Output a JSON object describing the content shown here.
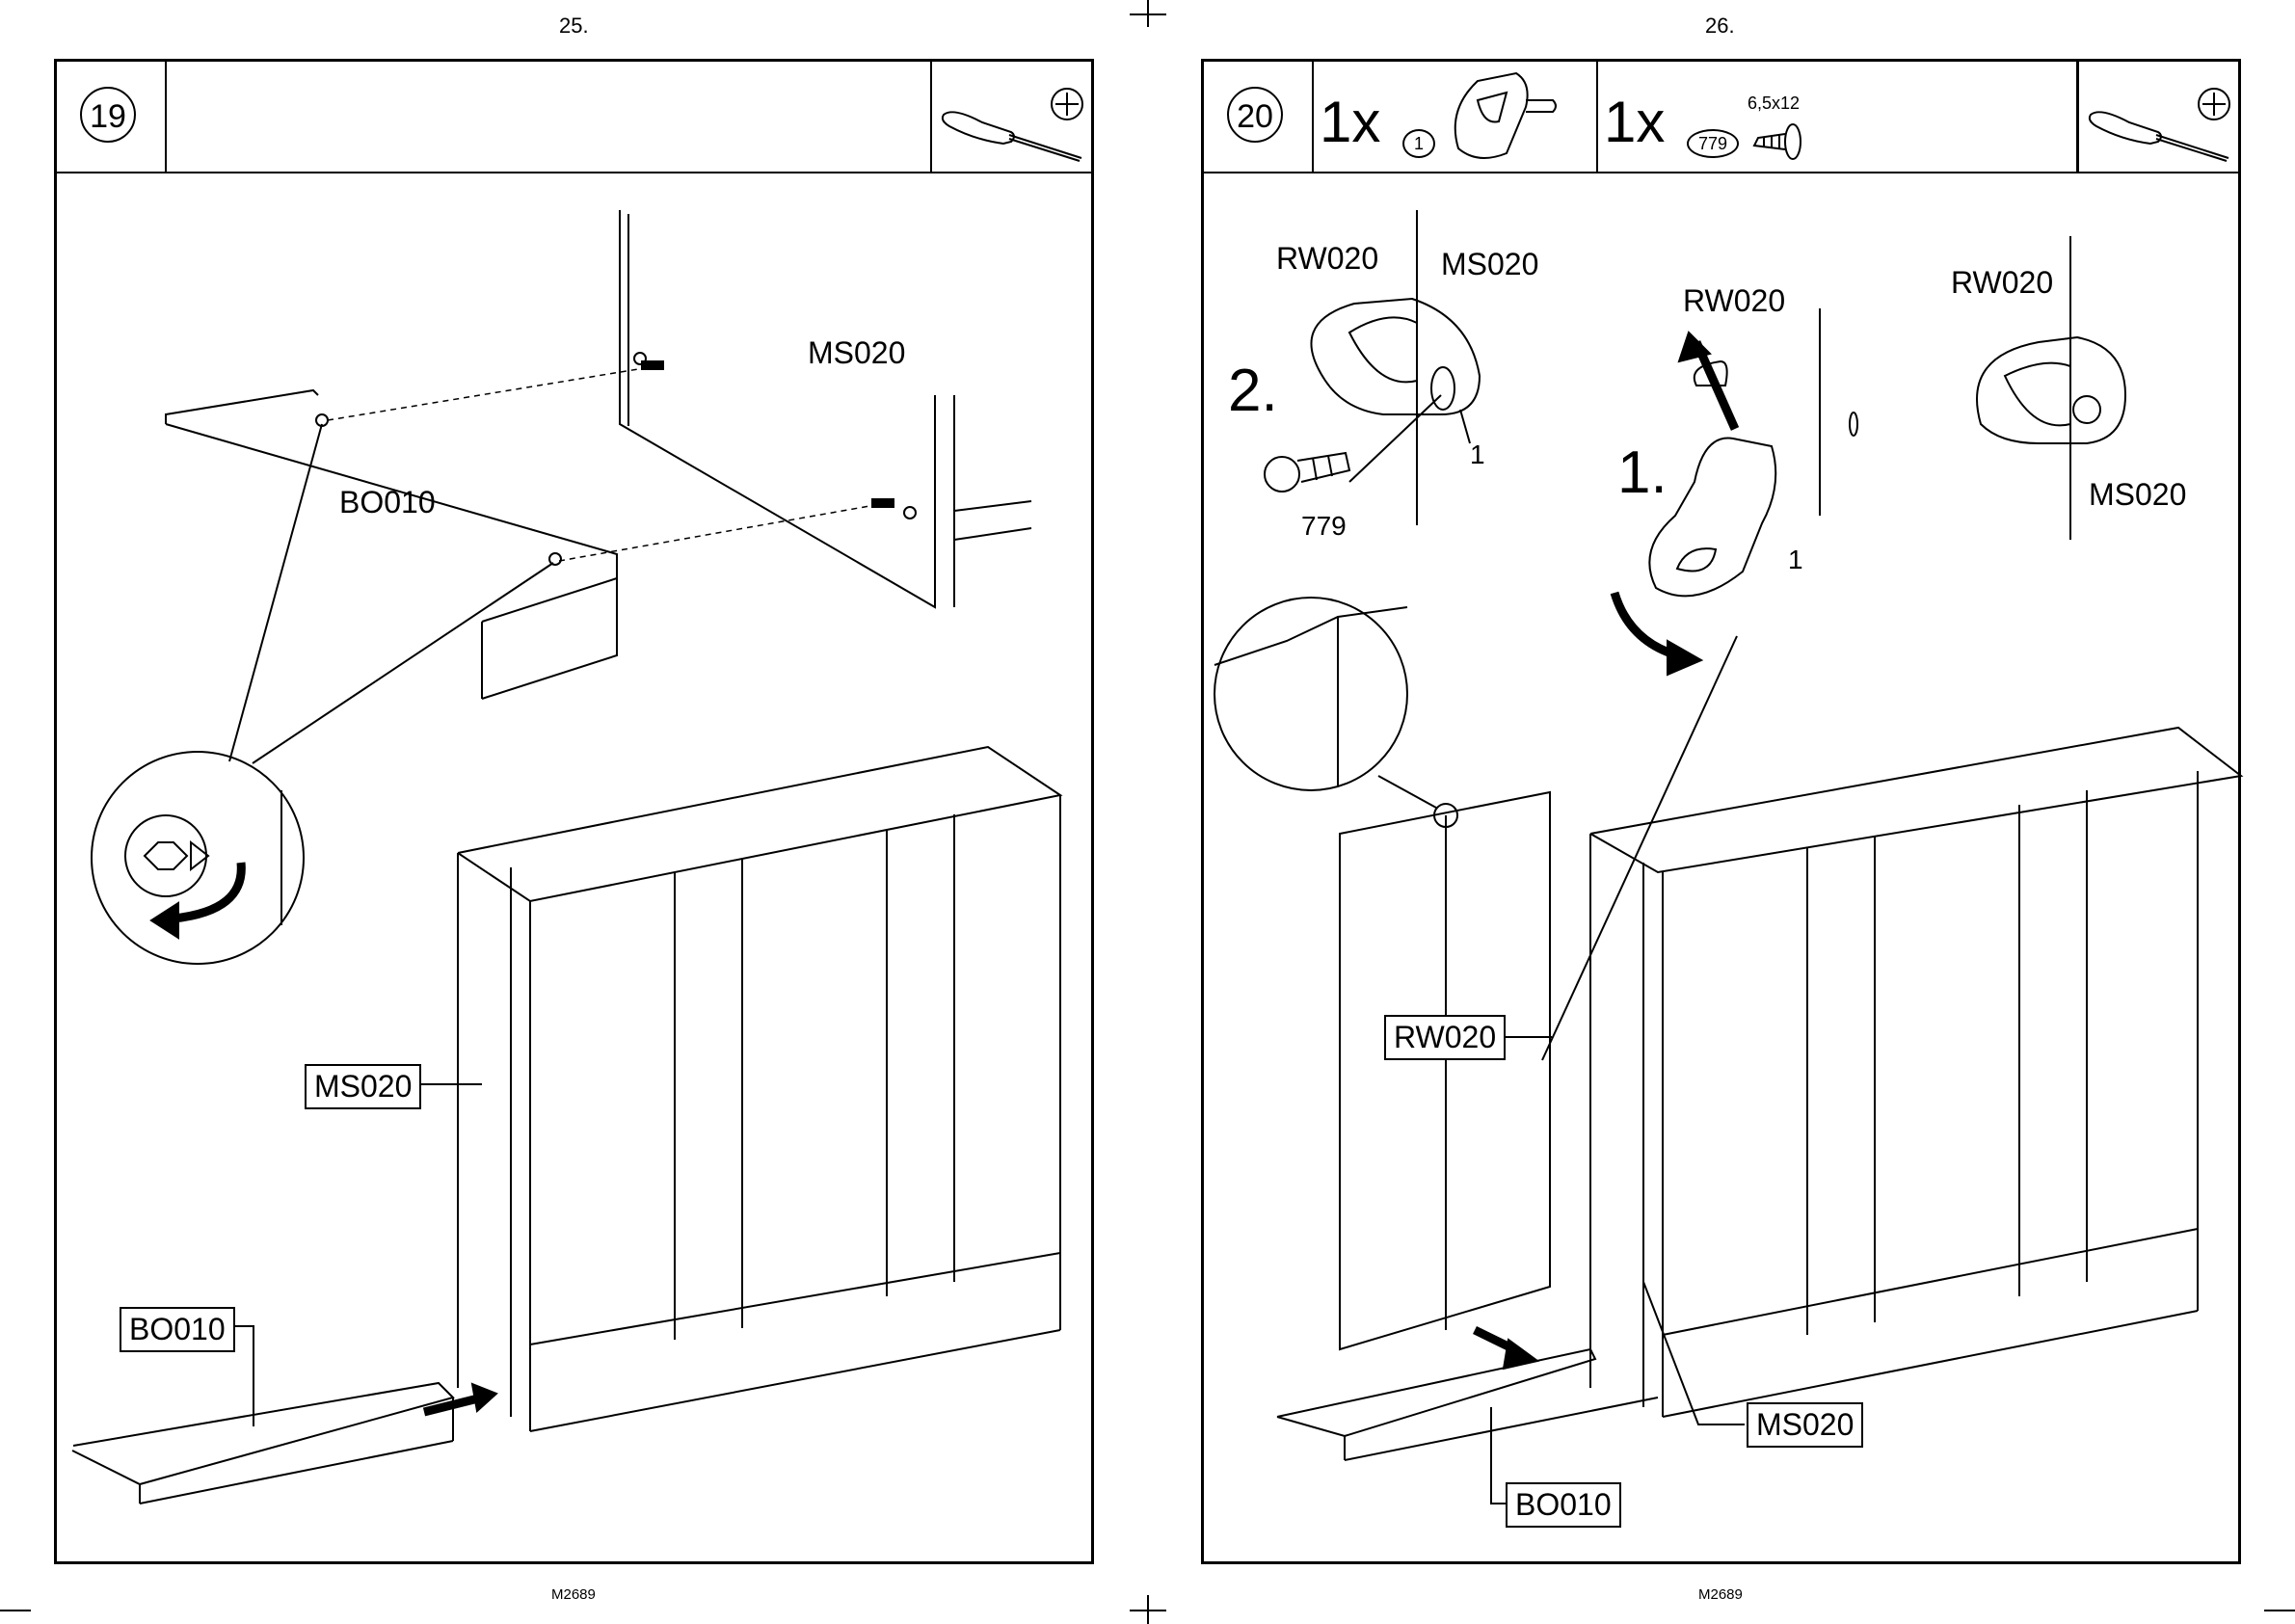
{
  "left_page": {
    "page_number": "25.",
    "footer_code": "M2689",
    "step_number": "19",
    "tool_icon": "screwdriver-phillips-icon",
    "labels": {
      "ms020_top": "MS020",
      "bo010_top": "BO010",
      "ms020_boxed": "MS020",
      "bo010_boxed": "BO010"
    }
  },
  "right_page": {
    "page_number": "26.",
    "footer_code": "M2689",
    "step_number": "20",
    "tool_icon": "screwdriver-phillips-icon",
    "parts": [
      {
        "qty": "1x",
        "ref": "1",
        "icon": "bracket-icon"
      },
      {
        "qty": "1x",
        "ref": "779",
        "size": "6,5x12",
        "icon": "screw-icon"
      }
    ],
    "labels": {
      "rw020_a": "RW020",
      "ms020_a": "MS020",
      "step2": "2.",
      "part1_a": "1",
      "screw_779": "779",
      "rw020_b": "RW020",
      "step1": "1.",
      "part1_b": "1",
      "rw020_c": "RW020",
      "ms020_c": "MS020",
      "rw020_boxed": "RW020",
      "ms020_boxed": "MS020",
      "bo010_boxed": "BO010"
    }
  }
}
